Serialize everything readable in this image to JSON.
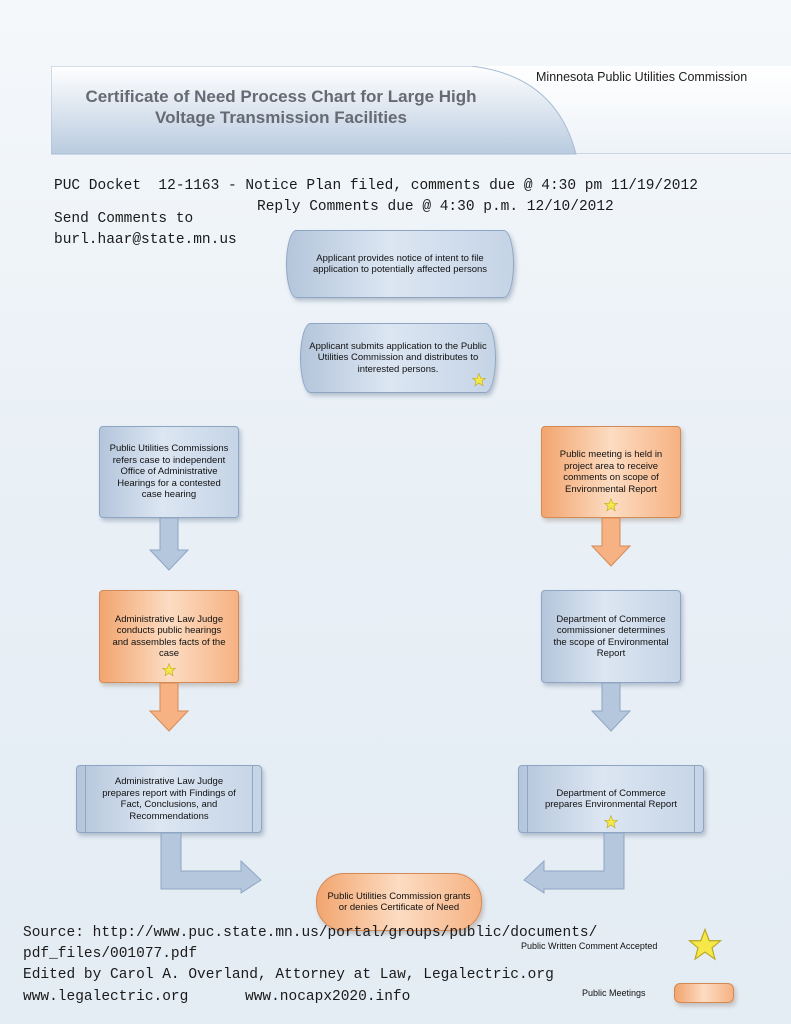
{
  "header": {
    "org": "Minnesota Public Utilities Commission",
    "title_line1": "Certificate of Need Process Chart for Large High",
    "title_line2": "Voltage Transmission Facilities"
  },
  "docket": {
    "line1": "PUC Docket  12-1163 - Notice Plan filed, comments due @ 4:30 pm 11/19/2012",
    "line2": "Reply Comments due @ 4:30 p.m. 12/10/2012",
    "send1": "Send Comments to",
    "send2": "burl.haar@state.mn.us"
  },
  "steps": {
    "notice": "Applicant provides notice of intent to file application to potentially affected persons",
    "submit": "Applicant submits application to the Public Utilities Commission and distributes to interested persons.",
    "refer": "Public Utilities Commissions refers case to independent Office of Administrative Hearings for a contested case hearing",
    "alj_hearing": "Administrative Law Judge conducts public hearings and assembles facts of the case",
    "alj_report": "Administrative Law Judge prepares report with Findings of Fact, Conclusions, and Recommendations",
    "public_meeting": "Public meeting is held in project area to receive comments on scope of Environmental Report",
    "commerce_scope": "Department of Commerce commissioner determines the scope of Environmental Report",
    "commerce_report": "Department of Commerce prepares Environmental Report",
    "decision": "Public Utilities Commission grants or denies Certificate of Need"
  },
  "footer": {
    "source1": "Source: http://www.puc.state.mn.us/portal/groups/public/documents/",
    "source2": "pdf_files/001077.pdf",
    "edited": "Edited by Carol A. Overland, Attorney at Law, Legalectric.org",
    "site1": "www.legalectric.org",
    "site2": "www.nocapx2020.info"
  },
  "legend": {
    "star_label": "Public Written Comment Accepted",
    "meeting_label": "Public Meetings"
  },
  "colors": {
    "blue_box": "#c5d4e6",
    "orange_box": "#f6b283",
    "star": "#f7e84a"
  }
}
